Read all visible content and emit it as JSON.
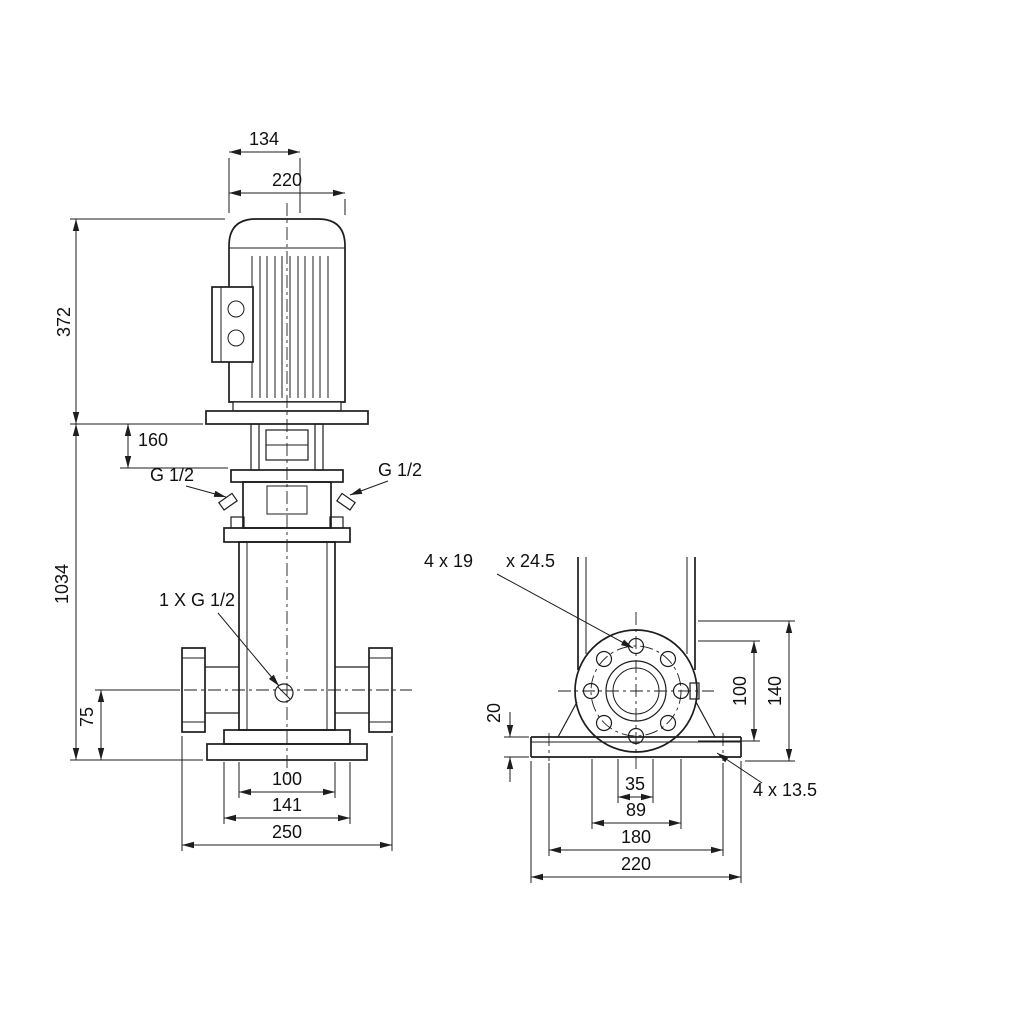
{
  "title": "Vertical multistage pump dimensional drawing",
  "colors": {
    "background": "#ffffff",
    "line": "#1d1d1d",
    "text": "#111111"
  },
  "front_view": {
    "dim_motor_depth": "134",
    "dim_motor_width": "220",
    "dim_motor_height": "372",
    "dim_coupling_height": "160",
    "port_left": "G 1/2",
    "port_right": "G 1/2",
    "dim_total_height": "1034",
    "drain_port": "1 X G 1/2",
    "dim_port_height": "75",
    "dim_port_width": "100",
    "dim_flange_width": "141",
    "dim_port_to_port": "250"
  },
  "side_view": {
    "flange_holes": "4 x 19",
    "flange_holes_depth": "x 24.5",
    "dim_base_thickness": "20",
    "dim_flange_od": "100",
    "dim_flange_height": "140",
    "dim_hole_offset": "35",
    "dim_hole_spacing": "89",
    "dim_base_hole_spacing": "180",
    "dim_base_width": "220",
    "base_holes": "4 x 13.5"
  }
}
